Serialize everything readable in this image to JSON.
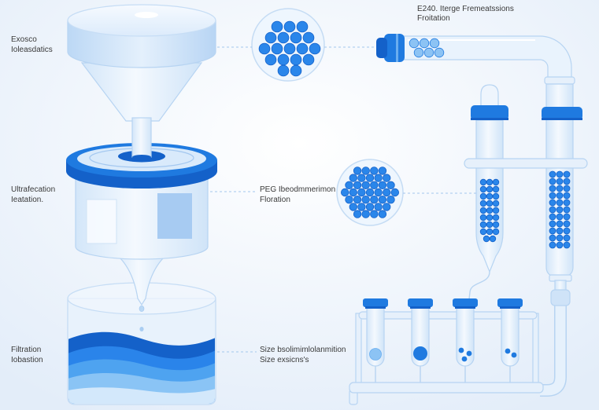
{
  "labels": {
    "exosome_isolation": {
      "line1": "Exosco",
      "line2": "Ioleasdatics"
    },
    "ultrafiltration": {
      "line1": "Ultrafecation",
      "line2": "Ieatation."
    },
    "filtration": {
      "line1": "Filtration",
      "line2": "Iobastion"
    },
    "precipitation": {
      "line1": "E240. Iterge Fremeatssions",
      "line2": "Froitation"
    },
    "peg_precipitation": {
      "line1": "PEG Ibeodmmerimon",
      "line2": "Floration"
    },
    "size_exclusion": {
      "line1": "Size bsolimimlolanmition",
      "line2": "Size exsicns's"
    }
  },
  "colors": {
    "accent": "#1f7ae0",
    "deep": "#1461c9",
    "dot": "#2a86ea",
    "dot_light": "#8cc3f4",
    "glass": "#e9f3fd",
    "outline": "#b7d4f2",
    "dash": "#a3c7ed",
    "text": "#3a3a3a"
  }
}
